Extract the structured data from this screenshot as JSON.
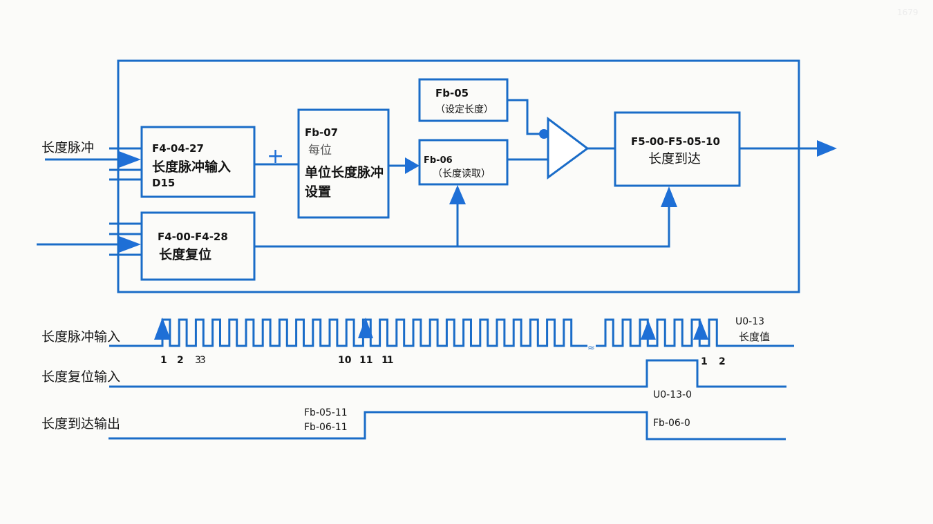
{
  "watermark": "1679",
  "colors": {
    "line": "#1a6cc8",
    "arrow": "#1e6fd6",
    "text": "#141414",
    "background": "#fbfbf9"
  },
  "block_diagram": {
    "inputs": {
      "pulse_label": "长度脉冲"
    },
    "blocks": {
      "pulse_input": {
        "code": "F4-04-27",
        "name": "长度脉冲输入",
        "sub": "D15"
      },
      "reset": {
        "code": "F4-00-F4-28",
        "name": "长度复位"
      },
      "unit_pulse": {
        "code": "Fb-07",
        "ghost": "每位",
        "name_line1": "单位长度脉冲",
        "name_line2": "设置"
      },
      "set_length": {
        "code": "Fb-05",
        "name": "（设定长度）"
      },
      "read_length": {
        "code": "Fb-06",
        "name": "（长度读取）"
      },
      "length_reached": {
        "code": "F5-00-F5-05-10",
        "name": "长度到达"
      }
    },
    "plus_sign": "+",
    "comparator": "comparator-triangle"
  },
  "timing_diagram": {
    "signals": [
      {
        "name": "长度脉冲输入"
      },
      {
        "name": "长度复位输入"
      },
      {
        "name": "长度到达输出"
      }
    ],
    "pulse_counts": {
      "first_group": [
        "1",
        "2",
        "33"
      ],
      "middle_group": [
        "10",
        "11",
        "11"
      ],
      "after_reset": [
        "1",
        "2"
      ]
    },
    "break_mark": "≈",
    "pulse_annotation": {
      "code": "U0-13",
      "name": "长度值"
    },
    "reset_annotation": "U0-13-0",
    "output_annotations": {
      "set_line": "Fb-05-11",
      "read_line": "Fb-06-11",
      "after_reset": "Fb-06-0"
    }
  }
}
